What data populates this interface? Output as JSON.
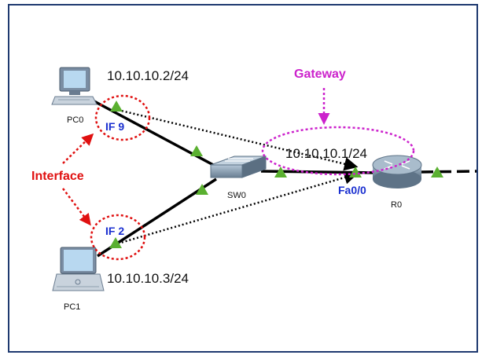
{
  "colors": {
    "frame": "#1f3a70",
    "link": "#000000",
    "link_indicator": "#5ab030",
    "interface_label": "#1a2fd0",
    "interface_annotation": "#e01010",
    "gateway_annotation": "#cc22cc",
    "pc_screen": "#b8d8f0",
    "device_body": "#7a8da3"
  },
  "devices": {
    "pc0": {
      "label": "PC0",
      "ip": "10.10.10.2/24",
      "icon": "desktop-pc-icon"
    },
    "pc1": {
      "label": "PC1",
      "ip": "10.10.10.3/24",
      "icon": "laptop-icon"
    },
    "sw0": {
      "label": "SW0",
      "icon": "switch-icon"
    },
    "r0": {
      "label": "R0",
      "ip": "10.10.10.1/24",
      "icon": "router-icon"
    }
  },
  "interfaces": {
    "pc0_if": "IF 9",
    "pc1_if": "IF 2",
    "r0_if": "Fa0/0"
  },
  "annotations": {
    "interface": "Interface",
    "gateway": "Gateway"
  }
}
